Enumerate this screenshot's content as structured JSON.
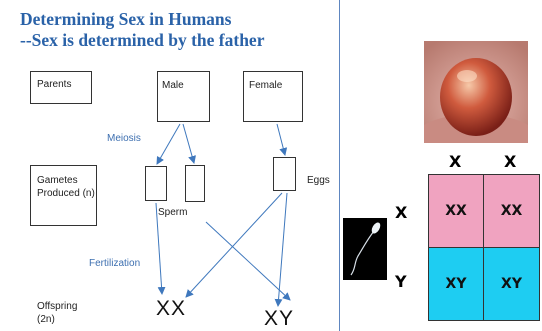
{
  "titles": {
    "line1": "Determining Sex in Humans",
    "line2": "--Sex is determined by the father"
  },
  "boxes": {
    "parents": "Parents",
    "male": "Male",
    "female": "Female",
    "gametes": "Gametes Produced (n)"
  },
  "labels": {
    "meiosis": "Meiosis",
    "eggs": "Eggs",
    "sperm": "Sperm",
    "fertilization": "Fertilization",
    "offspring": "Offspring",
    "offspring_n": "(2n)"
  },
  "offspring_genotypes": [
    "XX",
    "XY"
  ],
  "punnett": {
    "col_headers": [
      "X",
      "X"
    ],
    "row_headers": [
      "X",
      "Y"
    ],
    "cells": [
      [
        "XX",
        "XX"
      ],
      [
        "XY",
        "XY"
      ]
    ],
    "colors": {
      "female_row": "#f0a3c0",
      "male_row": "#1ecdf2"
    }
  },
  "colors": {
    "title": "#2a62a8",
    "arrow": "#3f78bd",
    "divider": "#5e86c0"
  }
}
